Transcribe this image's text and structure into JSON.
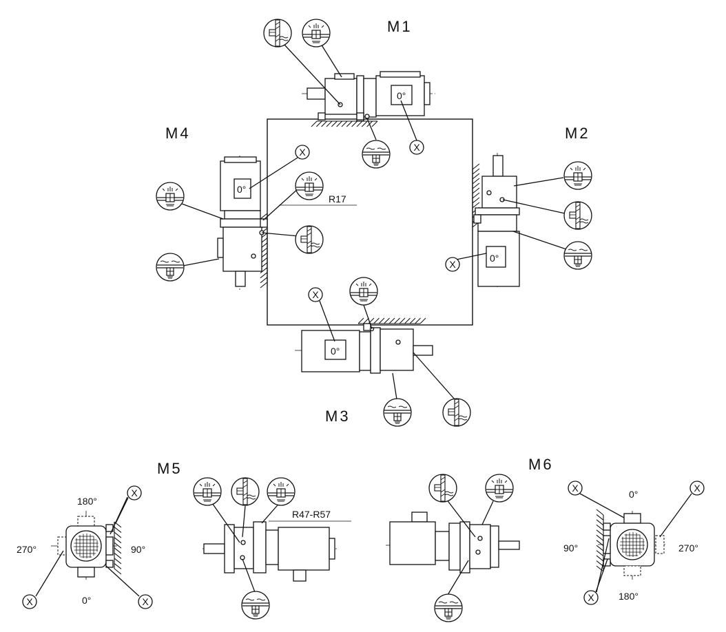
{
  "positions": {
    "m1": "M1",
    "m2": "M2",
    "m3": "M3",
    "m4": "M4",
    "m5": "M5",
    "m6": "M6"
  },
  "series_labels": {
    "r17": "R17",
    "r47_r57": "R47-R57"
  },
  "terminal_box": {
    "angle_text": "0°"
  },
  "cable_entry": {
    "marker": "X"
  },
  "m5_angles": {
    "top": "180°",
    "right": "90°",
    "bottom": "0°",
    "left": "270°"
  },
  "m6_angles": {
    "top": "0°",
    "right": "270°",
    "bottom": "180°",
    "left": "90°"
  },
  "icon_legend": [
    "breather-valve-icon",
    "oil-level-plug-icon",
    "oil-drain-plug-icon"
  ]
}
